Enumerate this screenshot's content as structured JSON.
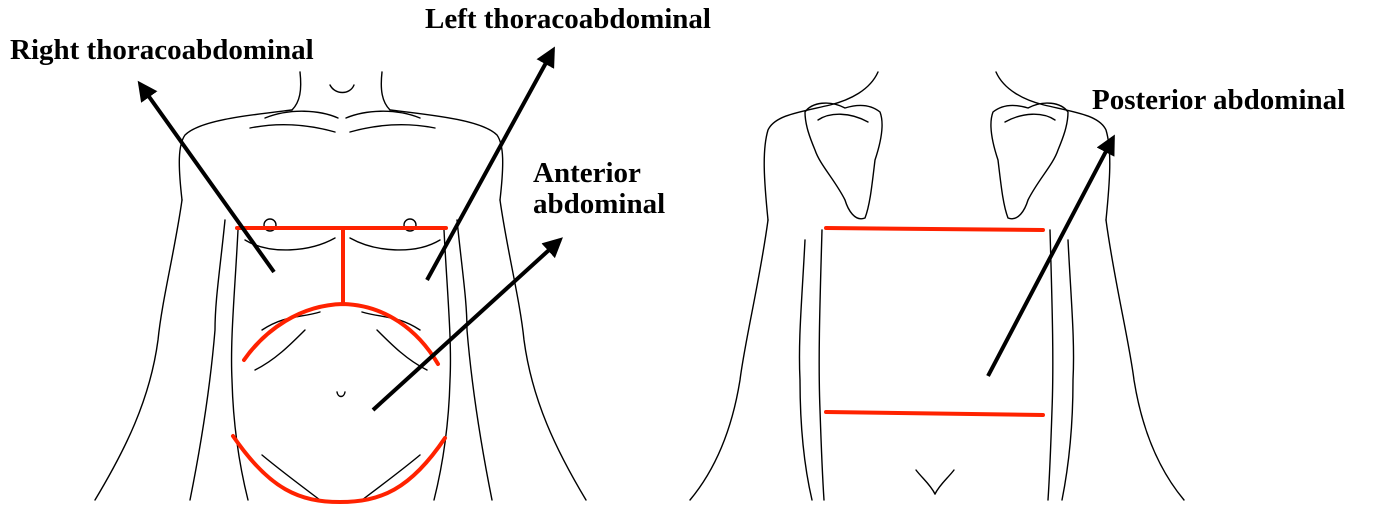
{
  "labels": {
    "right_thoracoabdominal": "Right thoracoabdominal",
    "left_thoracoabdominal": "Left thoracoabdominal",
    "anterior_line1": "Anterior",
    "anterior_line2": "abdominal",
    "posterior_abdominal": "Posterior abdominal"
  },
  "colors": {
    "region_outline": "#ff2200",
    "body_outline": "#000000",
    "arrows": "#000000"
  }
}
